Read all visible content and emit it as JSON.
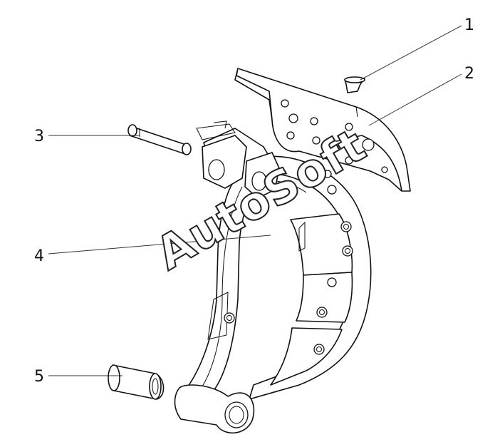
{
  "callouts": [
    {
      "id": "1",
      "label": "1"
    },
    {
      "id": "2",
      "label": "2"
    },
    {
      "id": "3",
      "label": "3"
    },
    {
      "id": "4",
      "label": "4"
    },
    {
      "id": "5",
      "label": "5"
    }
  ],
  "watermark": {
    "text": "AutoSoft"
  }
}
